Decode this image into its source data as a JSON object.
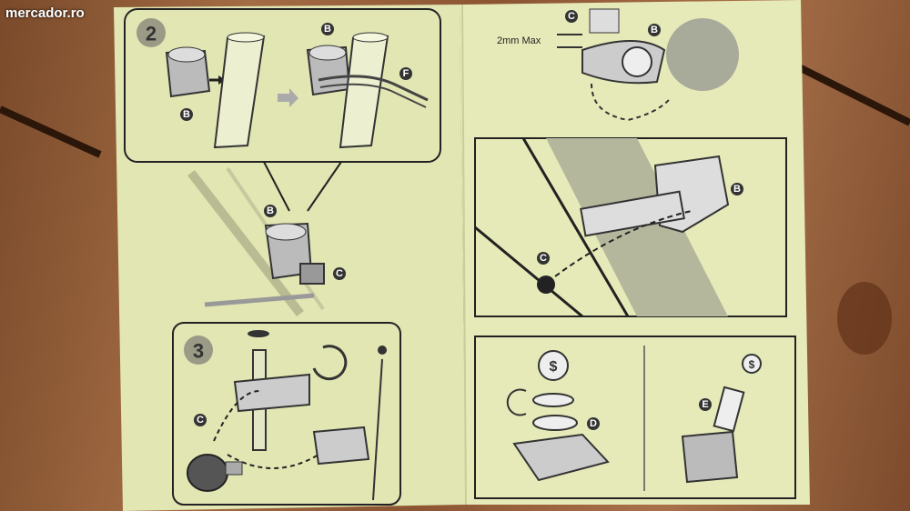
{
  "watermark": "mercador.ro",
  "colors": {
    "paper": "#e2e6b3",
    "line": "#222222",
    "wood": "#9a6440"
  },
  "left_page": {
    "step2": {
      "number": "2",
      "labels": [
        "B",
        "B",
        "F"
      ]
    },
    "bike_labels": [
      "B",
      "C"
    ],
    "step3": {
      "number": "3",
      "labels": [
        "C"
      ]
    }
  },
  "right_page": {
    "top": {
      "labels": [
        "C",
        "B"
      ],
      "gap_text": "2mm Max"
    },
    "middle": {
      "labels": [
        "B",
        "C"
      ]
    },
    "bottom": {
      "labels": [
        "D",
        "E"
      ]
    }
  }
}
